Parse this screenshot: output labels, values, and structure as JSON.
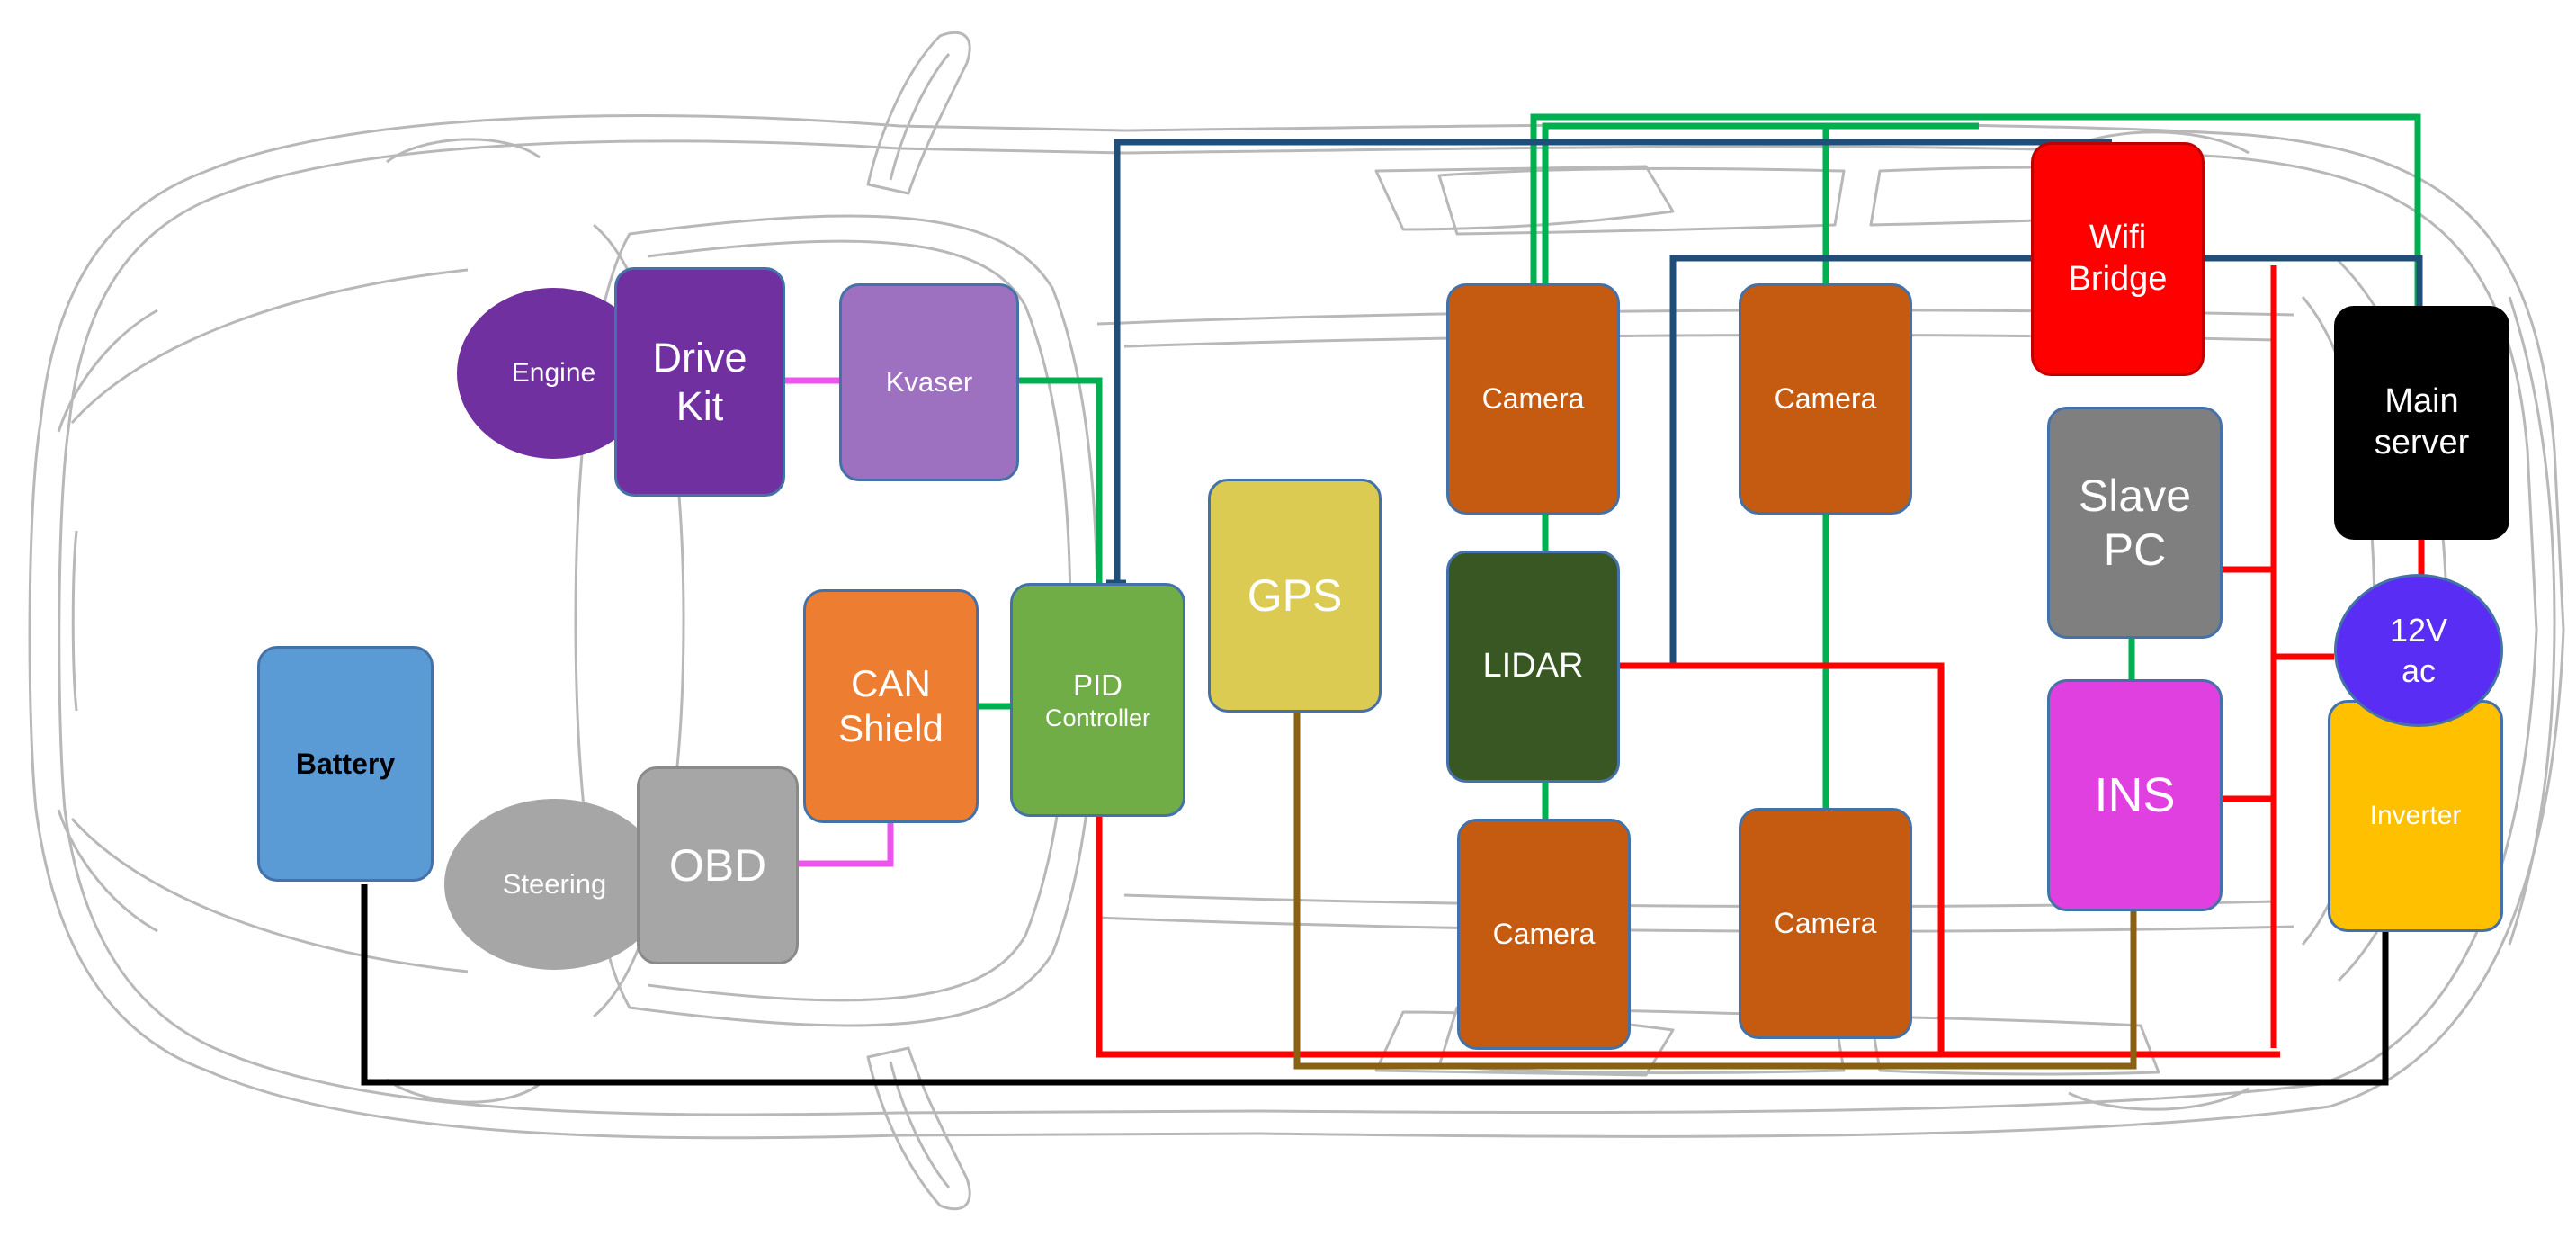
{
  "components": {
    "engine": "Engine",
    "drive_kit": [
      "Drive",
      "Kit"
    ],
    "kvaser": "Kvaser",
    "battery": "Battery",
    "steering": "Steering",
    "obd": "OBD",
    "can_shield": [
      "CAN",
      "Shield"
    ],
    "pid_controller": [
      "PID",
      "Controller"
    ],
    "gps": "GPS",
    "camera_front_left": "Camera",
    "camera_front_right": "Camera",
    "camera_rear_left": "Camera",
    "camera_rear_right": "Camera",
    "lidar": "LIDAR",
    "wifi_bridge": [
      "Wifi",
      "Bridge"
    ],
    "slave_pc": [
      "Slave",
      "PC"
    ],
    "ins": "INS",
    "main_server": [
      "Main",
      "server"
    ],
    "power_12v": [
      "12V",
      "ac"
    ],
    "inverter": "Inverter"
  },
  "colors": {
    "drive_kit": "#7030a0",
    "kvaser": "#9e71c0",
    "battery": "#5b9bd5",
    "steering": "#a6a6a6",
    "can_shield": "#ed7d31",
    "pid_controller": "#70ad47",
    "gps": "#dccb52",
    "camera": "#c55a11",
    "lidar": "#385723",
    "wifi_bridge": "#ff0000",
    "slave_pc": "#7f7f7f",
    "ins": "#e040e0",
    "main_server": "#000000",
    "power_12v": "#5a2df5",
    "inverter": "#ffc000",
    "wire_can": "#ee55ee",
    "wire_data": "#00b050",
    "wire_network": "#1f4e79",
    "wire_power": "#ff0000",
    "wire_gps": "#8a6110",
    "wire_ground": "#000000"
  }
}
